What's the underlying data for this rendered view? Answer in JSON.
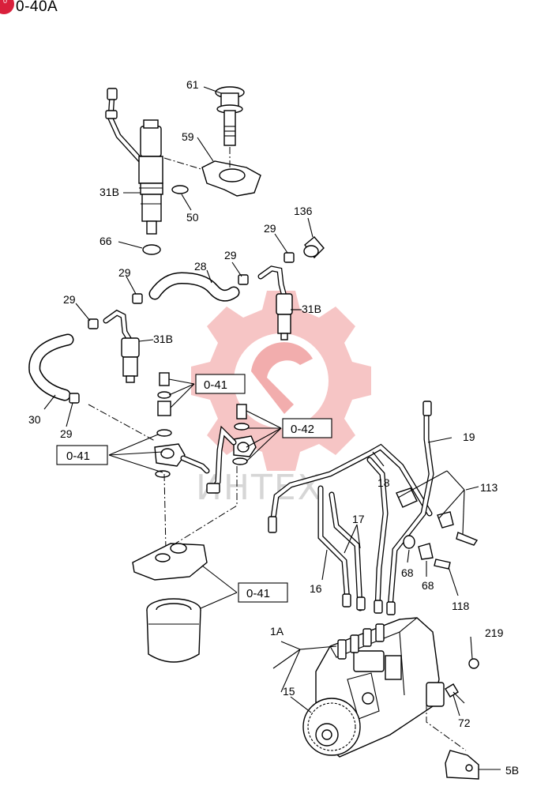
{
  "header": {
    "badge_number": "0",
    "page_code": "0-40A"
  },
  "watermark": {
    "text": "ИНТЕХ",
    "logo_color": "#f4b3b3"
  },
  "refs": [
    "0-41",
    "0-41",
    "0-42",
    "0-41"
  ],
  "labels": [
    "61",
    "59",
    "31B",
    "50",
    "66",
    "136",
    "29",
    "28",
    "29",
    "29",
    "31B",
    "29",
    "31B",
    "30",
    "29",
    "19",
    "113",
    "18",
    "17",
    "16",
    "68",
    "68",
    "118",
    "1A",
    "219",
    "15",
    "72",
    "5B"
  ]
}
